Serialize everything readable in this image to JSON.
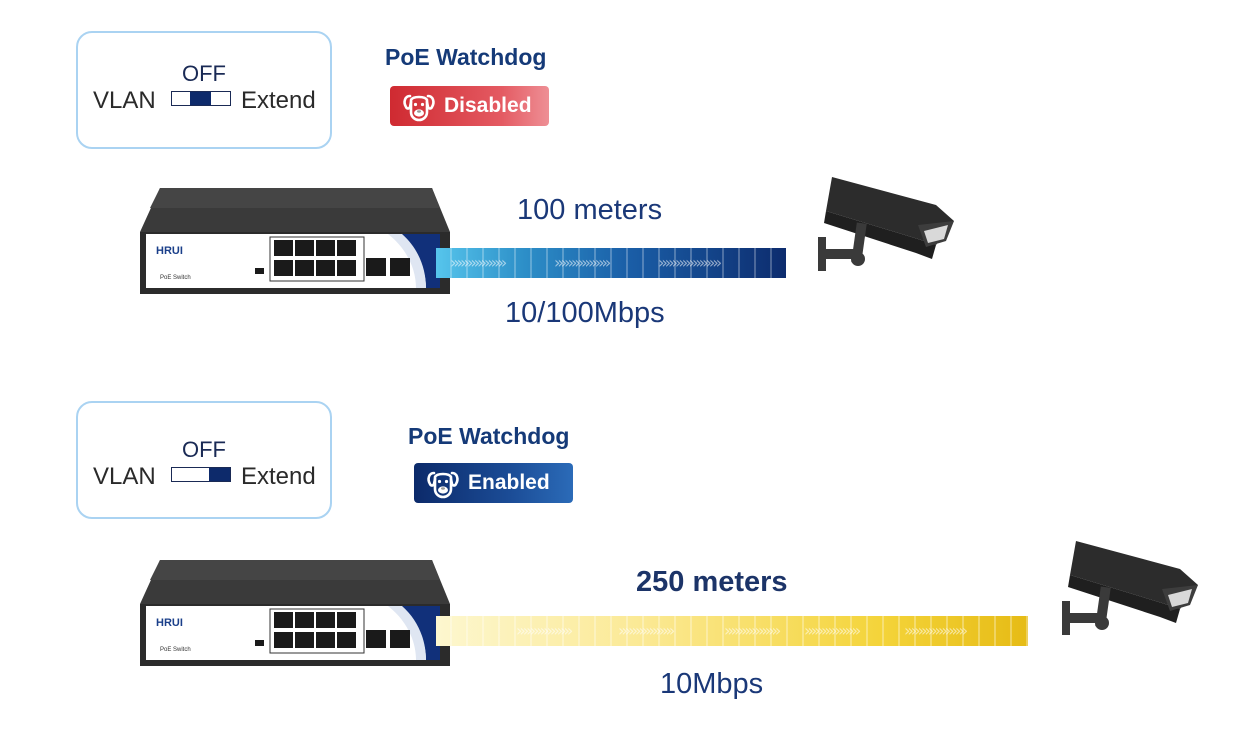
{
  "scenarios": [
    {
      "switch": {
        "state_label": "OFF",
        "left_label": "VLAN",
        "right_label": "Extend",
        "position": "middle"
      },
      "watchdog": {
        "title": "PoE Watchdog",
        "status": "Disabled",
        "color": "#d7343b"
      },
      "device": {
        "brand": "HRUI",
        "model": "PoE Switch"
      },
      "cable": {
        "color": "blue"
      },
      "distance": "100 meters",
      "rate": "10/100Mbps"
    },
    {
      "switch": {
        "state_label": "OFF",
        "left_label": "VLAN",
        "right_label": "Extend",
        "position": "right"
      },
      "watchdog": {
        "title": "PoE Watchdog",
        "status": "Enabled",
        "color": "#123a80"
      },
      "device": {
        "brand": "HRUI",
        "model": "PoE Switch"
      },
      "cable": {
        "color": "yellow"
      },
      "distance": "250 meters",
      "rate": "10Mbps"
    }
  ],
  "icons": [
    "watchdog-icon",
    "security-camera-icon"
  ]
}
